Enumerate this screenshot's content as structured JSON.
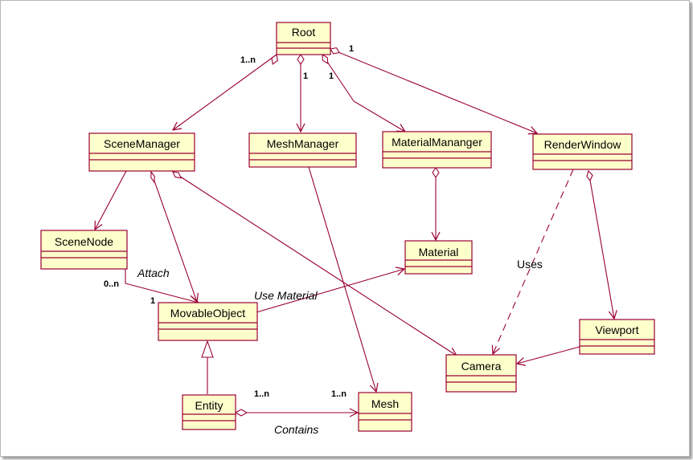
{
  "classes": {
    "root": "Root",
    "scene_manager": "SceneManager",
    "mesh_manager": "MeshManager",
    "material_manager": "MaterialMananger",
    "render_window": "RenderWindow",
    "scene_node": "SceneNode",
    "material": "Material",
    "movable_object": "MovableObject",
    "viewport": "Viewport",
    "camera": "Camera",
    "entity": "Entity",
    "mesh": "Mesh"
  },
  "labels": {
    "attach": "Attach",
    "use_material": "Use Material",
    "uses": "Uses",
    "contains": "Contains"
  },
  "multiplicities": {
    "root_scene": "1..n",
    "root_mesh": "1",
    "root_material": "1",
    "root_window": "1",
    "node_attach": "0..n",
    "movable_one": "1",
    "entity_side": "1..n",
    "mesh_side": "1..n"
  },
  "colors": {
    "box_fill": "#ffffcc",
    "line": "#990033"
  }
}
